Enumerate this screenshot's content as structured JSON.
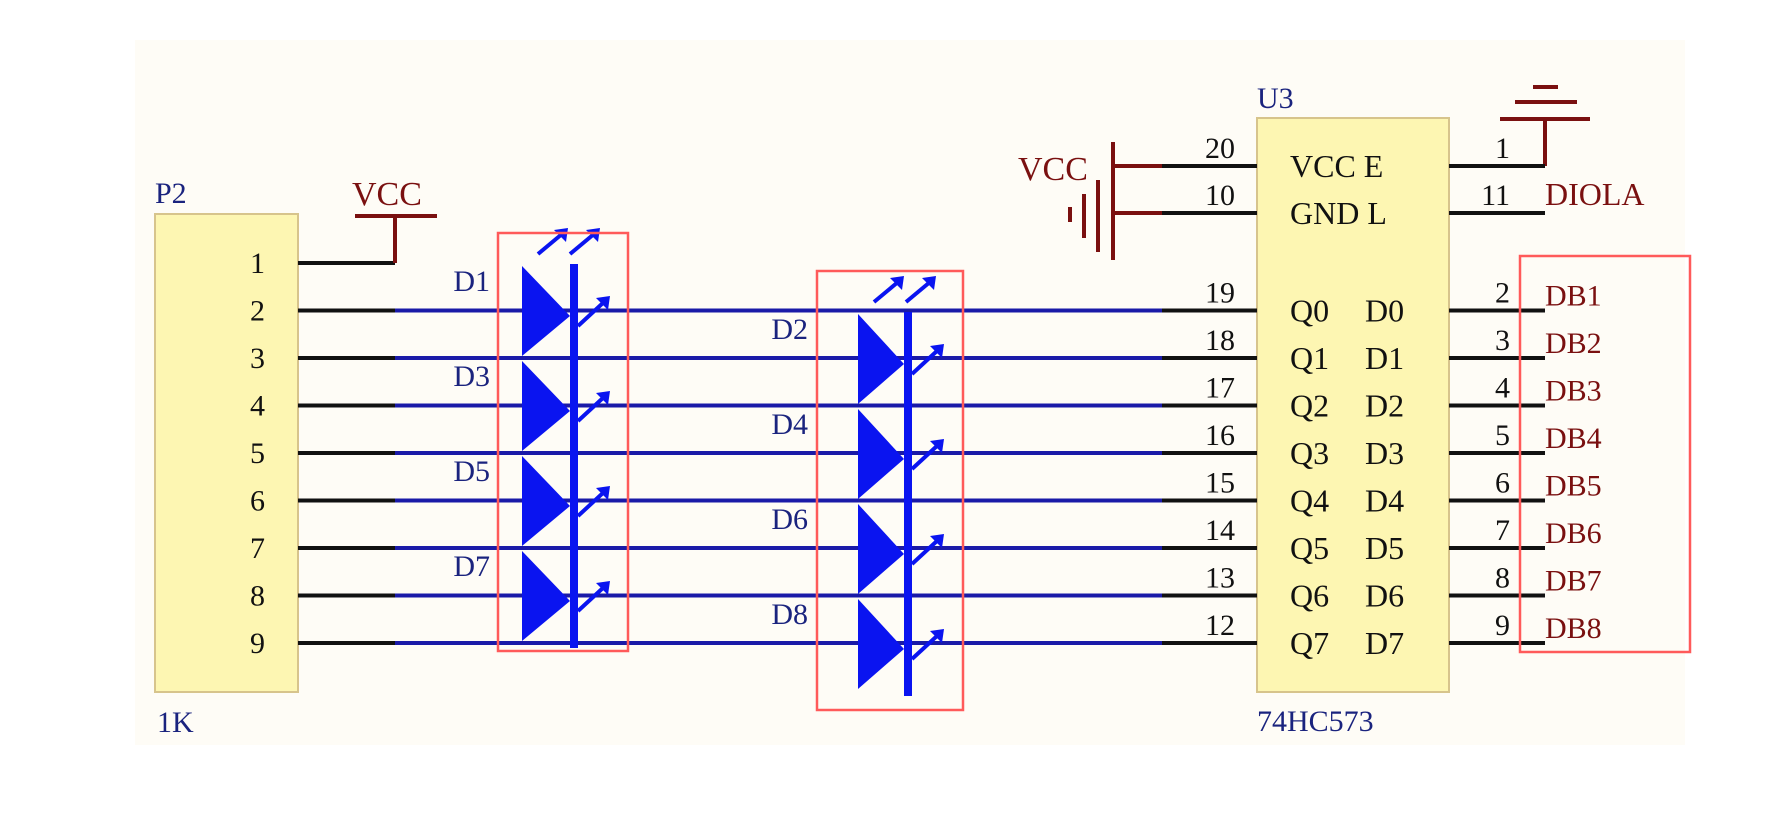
{
  "colors": {
    "wire_black": "#111111",
    "wire_blue": "#1a1aa8",
    "led_blue": "#0a14f0",
    "power_red": "#7a1010",
    "part_fill": "#fdf6b2",
    "part_border": "#d7c48c",
    "designator_blue": "#1a237e",
    "highlight_red": "#ff5a5a",
    "sheet_bg": "#fefcf6"
  },
  "connector": {
    "designator": "P2",
    "value": "1K",
    "pins": [
      "1",
      "2",
      "3",
      "4",
      "5",
      "6",
      "7",
      "8",
      "9"
    ],
    "power_label": "VCC"
  },
  "led_groups": [
    {
      "leds": [
        "D1",
        "D3",
        "D5",
        "D7"
      ]
    },
    {
      "leds": [
        "D2",
        "D4",
        "D6",
        "D8"
      ]
    }
  ],
  "ic": {
    "designator": "U3",
    "part": "74HC573",
    "left_pins": [
      {
        "num": "20",
        "name": "VCC"
      },
      {
        "num": "10",
        "name": "GND"
      },
      {
        "num": "19",
        "name": "Q0"
      },
      {
        "num": "18",
        "name": "Q1"
      },
      {
        "num": "17",
        "name": "Q2"
      },
      {
        "num": "16",
        "name": "Q3"
      },
      {
        "num": "15",
        "name": "Q4"
      },
      {
        "num": "14",
        "name": "Q5"
      },
      {
        "num": "13",
        "name": "Q6"
      },
      {
        "num": "12",
        "name": "Q7"
      }
    ],
    "right_pins": [
      {
        "num": "1",
        "name": "E"
      },
      {
        "num": "11",
        "name": "L"
      },
      {
        "num": "2",
        "name": "D0"
      },
      {
        "num": "3",
        "name": "D1"
      },
      {
        "num": "4",
        "name": "D2"
      },
      {
        "num": "5",
        "name": "D3"
      },
      {
        "num": "6",
        "name": "D4"
      },
      {
        "num": "7",
        "name": "D5"
      },
      {
        "num": "8",
        "name": "D6"
      },
      {
        "num": "9",
        "name": "D7"
      }
    ]
  },
  "power": {
    "vcc_label": "VCC"
  },
  "net_labels": {
    "latch": "DIOLA",
    "data": [
      "DB1",
      "DB2",
      "DB3",
      "DB4",
      "DB5",
      "DB6",
      "DB7",
      "DB8"
    ]
  }
}
